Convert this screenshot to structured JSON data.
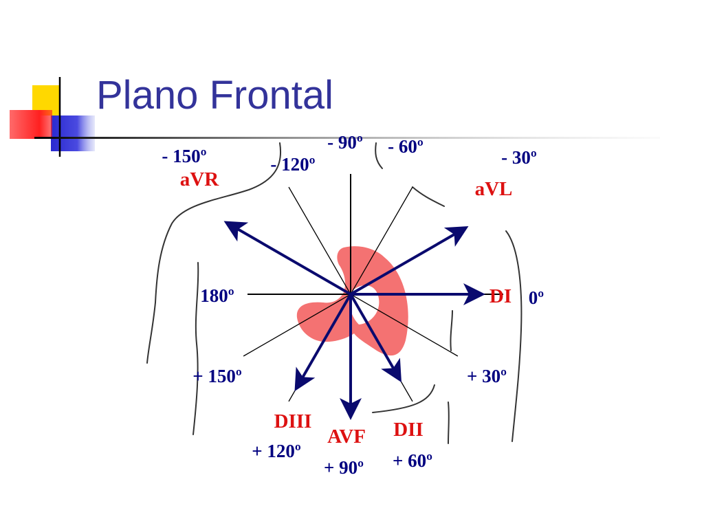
{
  "slide": {
    "title": "Plano Frontal"
  },
  "colors": {
    "title": "#33339a",
    "lead_arrow": "#0a0a6e",
    "lead_label": "#dd1111",
    "angle_label": "#000080",
    "heart": "#f47272",
    "decor_yellow": "#ffd800",
    "decor_red": "#ff2a2a",
    "decor_blue": "#2a2ad0"
  },
  "diagram": {
    "axes": [
      {
        "id": "minus-90",
        "angle_deg": -90,
        "label": "- 90º"
      },
      {
        "id": "minus-60",
        "angle_deg": -60,
        "label": "- 60º"
      },
      {
        "id": "minus-30",
        "angle_deg": -30,
        "label": "- 30º"
      },
      {
        "id": "zero",
        "angle_deg": 0,
        "label": "0º"
      },
      {
        "id": "plus-30",
        "angle_deg": 30,
        "label": "+ 30º"
      },
      {
        "id": "plus-60",
        "angle_deg": 60,
        "label": "+ 60º"
      },
      {
        "id": "plus-90",
        "angle_deg": 90,
        "label": "+ 90º"
      },
      {
        "id": "plus-120",
        "angle_deg": 120,
        "label": "+ 120º"
      },
      {
        "id": "plus-150",
        "angle_deg": 150,
        "label": "+ 150º"
      },
      {
        "id": "180",
        "angle_deg": 180,
        "label": "180º"
      },
      {
        "id": "minus-150",
        "angle_deg": -150,
        "label": "- 150º"
      },
      {
        "id": "minus-120",
        "angle_deg": -120,
        "label": "- 120º"
      }
    ],
    "leads": [
      {
        "id": "di",
        "label": "DI",
        "angle_deg": 0
      },
      {
        "id": "dii",
        "label": "DII",
        "angle_deg": 60
      },
      {
        "id": "avf",
        "label": "AVF",
        "angle_deg": 90
      },
      {
        "id": "diii",
        "label": "DIII",
        "angle_deg": 120
      },
      {
        "id": "avr",
        "label": "aVR",
        "angle_deg": -150
      },
      {
        "id": "avl",
        "label": "aVL",
        "angle_deg": -30
      }
    ]
  }
}
